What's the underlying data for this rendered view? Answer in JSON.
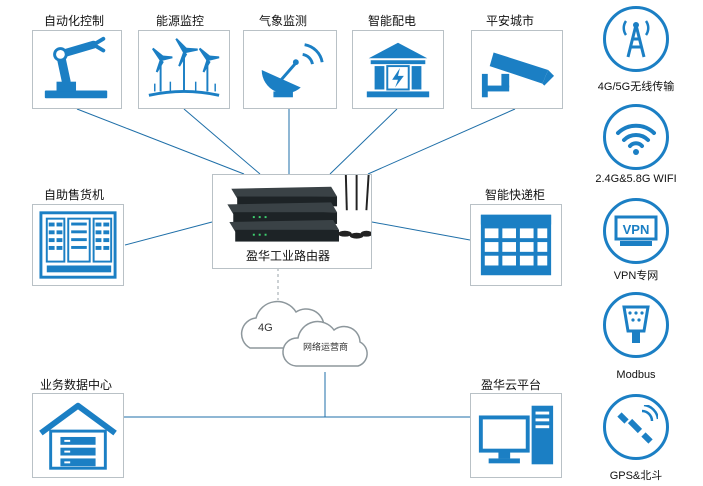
{
  "title_top": [
    {
      "id": "automation",
      "label": "自动化控制"
    },
    {
      "id": "energy",
      "label": "能源监控"
    },
    {
      "id": "weather",
      "label": "气象监测"
    },
    {
      "id": "power",
      "label": "智能配电"
    },
    {
      "id": "safe_city",
      "label": "平安城市"
    }
  ],
  "vending_label": "自助售货机",
  "locker_label": "智能快递柜",
  "router_label": "盈华工业路由器",
  "datacenter_label": "业务数据中心",
  "cloud_platform_label": "盈华云平台",
  "cloud": {
    "network_4g": "4G",
    "operator": "网络运营商"
  },
  "features": [
    {
      "id": "cellular",
      "label": "4G/5G无线传输",
      "icon": "antenna-tower-icon"
    },
    {
      "id": "wifi",
      "label": "2.4G&5.8G WIFI",
      "icon": "wifi-icon"
    },
    {
      "id": "vpn",
      "label": "VPN专网",
      "icon": "vpn-icon"
    },
    {
      "id": "modbus",
      "label": "Modbus",
      "icon": "serial-connector-icon"
    },
    {
      "id": "gps",
      "label": "GPS&北斗",
      "icon": "satellite-icon"
    }
  ],
  "colors": {
    "accent": "#1b7fc4",
    "line": "#1f6fa8",
    "box_border": "#b9c1c6"
  }
}
